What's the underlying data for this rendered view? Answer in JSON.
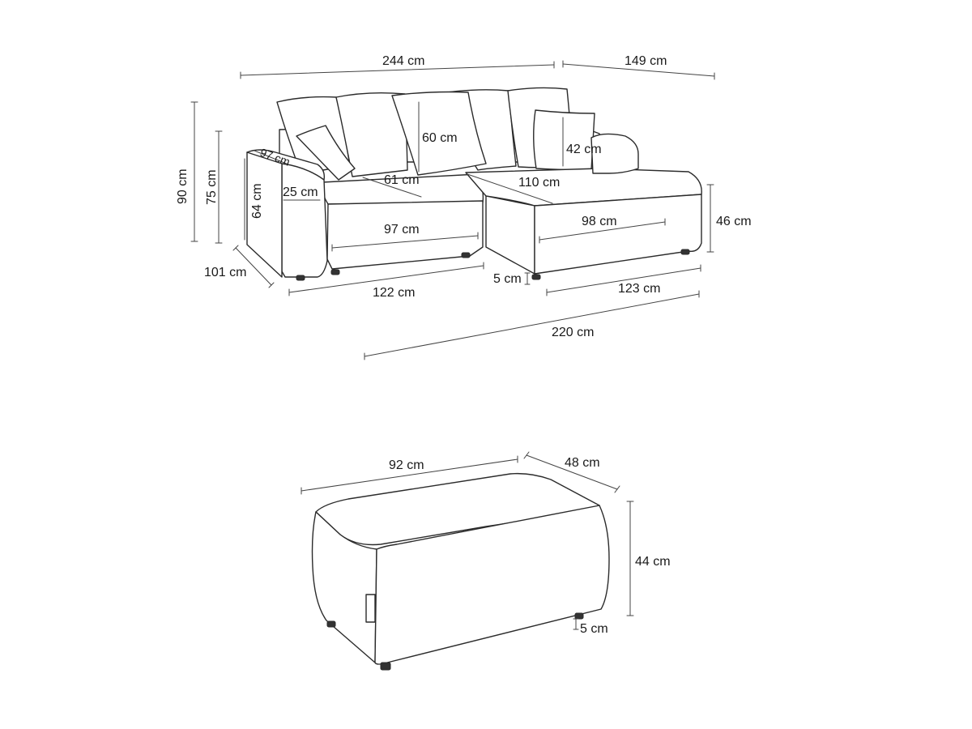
{
  "sofa": {
    "overall_width": "244 cm",
    "chaise_depth": "149 cm",
    "total_height": "90 cm",
    "back_height": "75 cm",
    "arm_height": "64 cm",
    "arm_depth": "97 cm",
    "arm_width": "25 cm",
    "seat_depth": "61 cm",
    "back_cushion_height": "60 cm",
    "small_cushion_height": "42 cm",
    "chaise_seat_length": "110 cm",
    "seat_width": "97 cm",
    "chaise_seat_width": "98 cm",
    "seat_height": "46 cm",
    "depth": "101 cm",
    "base_width": "122 cm",
    "leg_height": "5 cm",
    "chaise_base_width": "123 cm",
    "chaise_length": "220 cm"
  },
  "ottoman": {
    "width": "92 cm",
    "depth": "48 cm",
    "height": "44 cm",
    "leg_height": "5 cm"
  }
}
